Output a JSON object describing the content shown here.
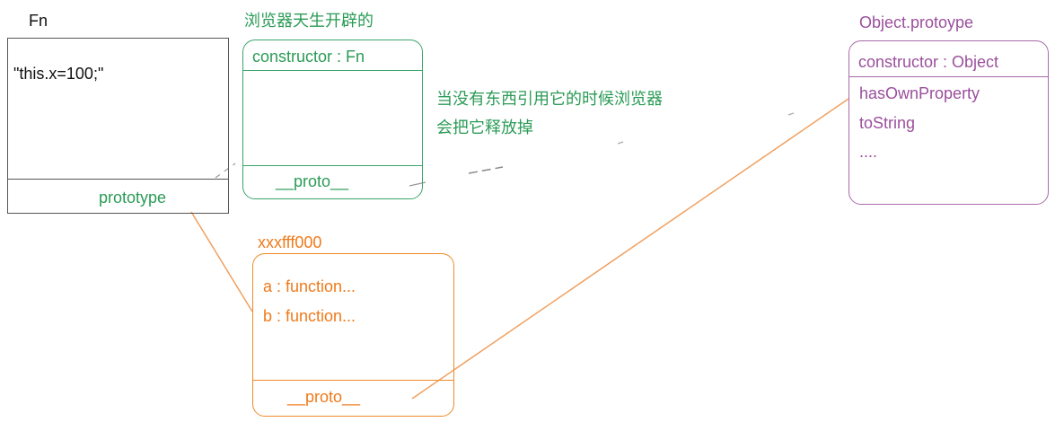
{
  "fn_box": {
    "title": "Fn",
    "code": "\"this.x=100;\"",
    "prototype_label": "prototype"
  },
  "browser_proto": {
    "caption": "浏览器天生开辟的",
    "constructor_label": "constructor : Fn",
    "proto_label": "__proto__"
  },
  "note": {
    "line1": "当没有东西引用它的时候浏览器",
    "line2": "会把它释放掉"
  },
  "new_proto": {
    "address": "xxxfff000",
    "items": [
      "a : function...",
      "b : function..."
    ],
    "proto_label": "__proto__"
  },
  "object_prototype": {
    "title": "Object.protoype",
    "constructor_label": "constructor : Object",
    "methods": [
      "hasOwnProperty",
      "toString",
      "...."
    ]
  },
  "colors": {
    "black": "#111111",
    "green": "#2b9b56",
    "orange": "#f07a1a",
    "purple": "#9a4f9c"
  }
}
